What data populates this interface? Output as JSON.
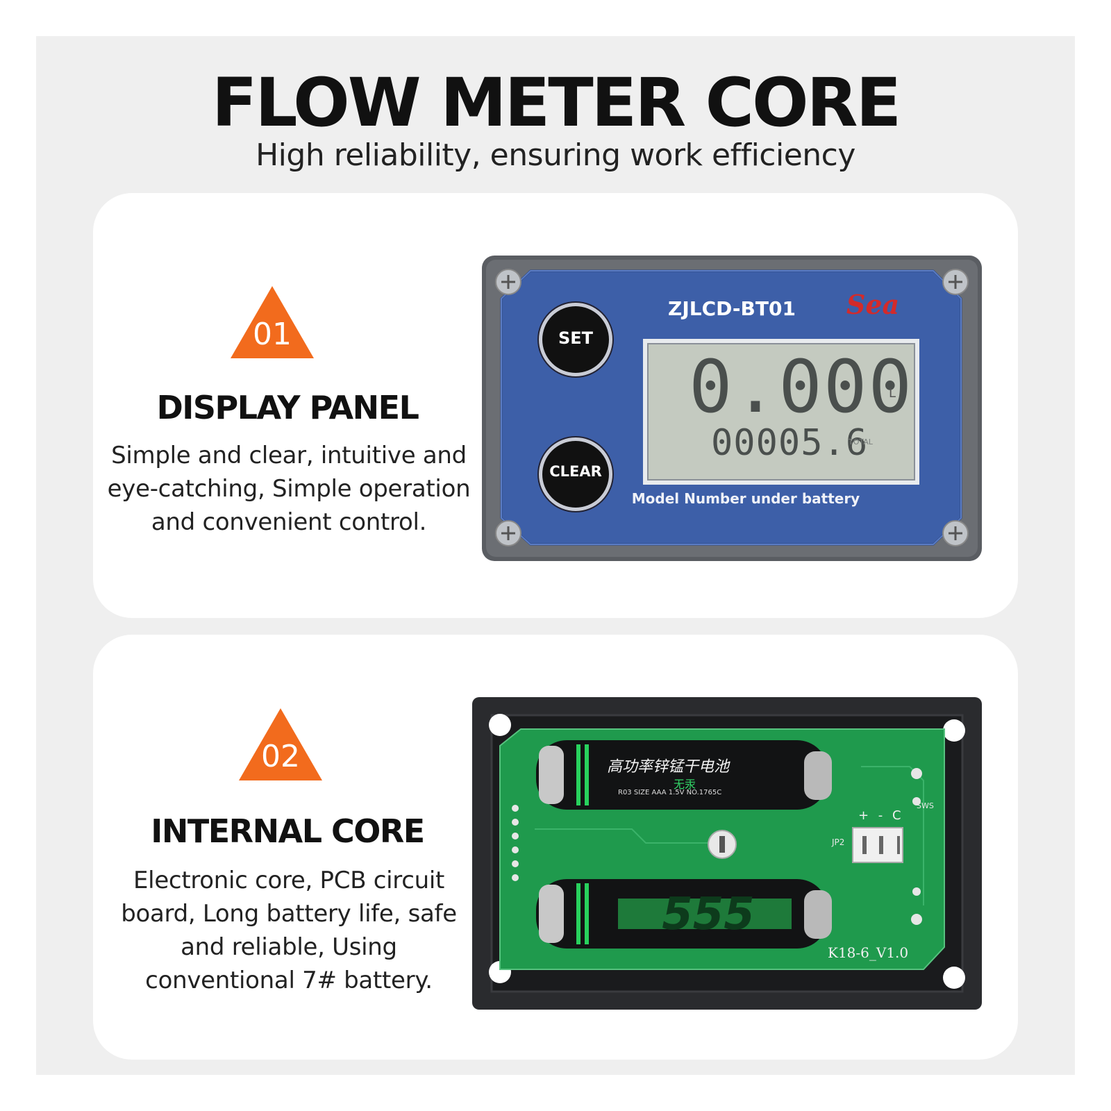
{
  "header": {
    "title": "FLOW METER CORE",
    "subtitle": "High reliability, ensuring work efficiency"
  },
  "colors": {
    "accent": "#f26b1d",
    "panel_blue": "#3d5fa8",
    "pcb_green": "#1f9a4d"
  },
  "sections": [
    {
      "number": "01",
      "heading": "DISPLAY PANEL",
      "description_lines": [
        "Simple and clear, intuitive and",
        "eye-catching, Simple operation",
        "and convenient control."
      ],
      "device": {
        "model": "ZJLCD-BT01",
        "brand": "Sea",
        "set_label": "SET",
        "clear_label": "CLEAR",
        "display_value": "0.000",
        "display_unit": "L",
        "total_value": "00005.6",
        "total_label": "TOTAL",
        "footer": "Model Number under battery"
      }
    },
    {
      "number": "02",
      "heading": "INTERNAL CORE",
      "description_lines": [
        "Electronic core, PCB circuit",
        "board, Long battery life, safe",
        "and reliable, Using",
        "conventional 7# battery."
      ],
      "device": {
        "battery_top_text": "高功率锌锰干电池",
        "battery_top_sub": "无汞",
        "battery_top_spec": "R03 SIZE AAA 1.5V NO.1765C",
        "battery_bottom_text": "555",
        "connector_label": "JP2",
        "pin_labels": "+ - C",
        "board_code": "K18-6_V1.0",
        "side_label": "SWS"
      }
    }
  ]
}
